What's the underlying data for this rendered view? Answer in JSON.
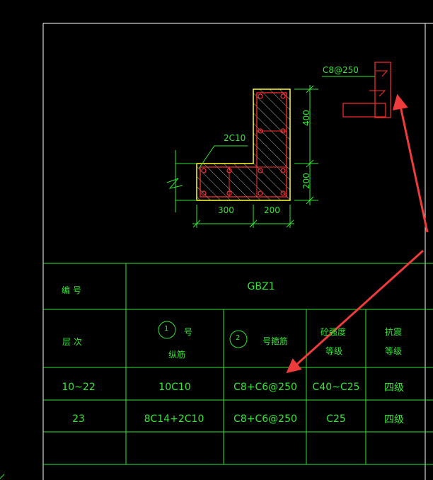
{
  "drawing": {
    "stirrup_label": "C8@250",
    "rebar_label": "2C10",
    "dim_vertical_top": "400",
    "dim_vertical_bottom": "200",
    "dim_horizontal_left": "300",
    "dim_horizontal_right": "200"
  },
  "table": {
    "row_number_label": "编 号",
    "column_id": "GBZ1",
    "row_level_label": "层 次",
    "col1_circle": "1",
    "col1_title": "号",
    "col1_sub": "纵筋",
    "col2_circle": "2",
    "col2_title": "号箍筋",
    "col3_title": "砼强度",
    "col3_sub": "等级",
    "col4_title": "抗震",
    "col4_sub": "等级",
    "rows": [
      {
        "level": "10~22",
        "longitudinal": "10C10",
        "stirrup": "C8+C6@250",
        "concrete": "C40~C25",
        "seismic": "四级"
      },
      {
        "level": "23",
        "longitudinal": "8C14+2C10",
        "stirrup": "C8+C6@250",
        "concrete": "C25",
        "seismic": "四级"
      }
    ]
  },
  "colors": {
    "lines": "#34e534",
    "section_outline": "#ffff33",
    "rebar": "#ff3030",
    "arrow": "#ee3b3b",
    "frame": "#ffffff"
  }
}
